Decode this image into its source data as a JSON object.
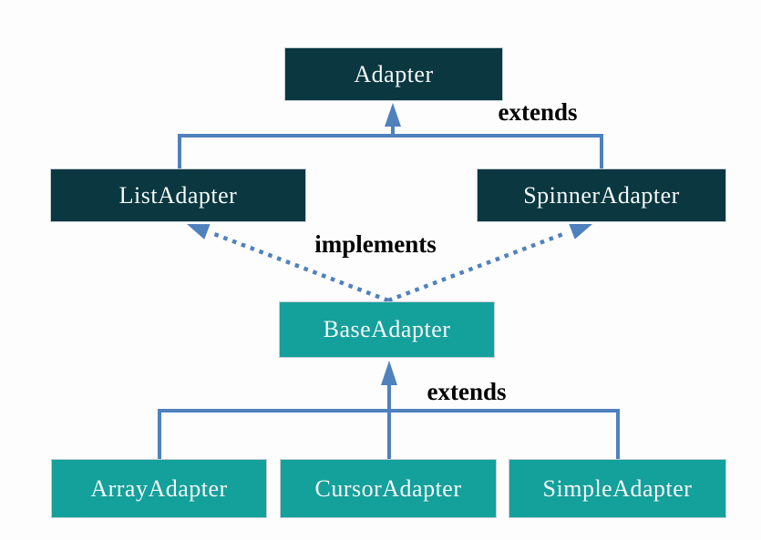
{
  "diagram": {
    "type": "class-hierarchy",
    "nodes": [
      {
        "id": "adapter",
        "label": "Adapter",
        "style": "dark"
      },
      {
        "id": "list-adapter",
        "label": "ListAdapter",
        "style": "dark"
      },
      {
        "id": "spinner-adapter",
        "label": "SpinnerAdapter",
        "style": "dark"
      },
      {
        "id": "base-adapter",
        "label": "BaseAdapter",
        "style": "teal"
      },
      {
        "id": "array-adapter",
        "label": "ArrayAdapter",
        "style": "teal"
      },
      {
        "id": "cursor-adapter",
        "label": "CursorAdapter",
        "style": "teal"
      },
      {
        "id": "simple-adapter",
        "label": "SimpleAdapter",
        "style": "teal"
      }
    ],
    "edges": [
      {
        "label": "extends",
        "line": "solid",
        "from": [
          "ListAdapter",
          "SpinnerAdapter"
        ],
        "to": "Adapter"
      },
      {
        "label": "implements",
        "line": "dotted",
        "from": "BaseAdapter",
        "to": [
          "ListAdapter",
          "SpinnerAdapter"
        ]
      },
      {
        "label": "extends",
        "line": "solid",
        "from": [
          "ArrayAdapter",
          "CursorAdapter",
          "SimpleAdapter"
        ],
        "to": "BaseAdapter"
      }
    ],
    "colors": {
      "node_dark": "#0a3740",
      "node_teal": "#14a09b",
      "connector": "#4f81bd",
      "edge_label_text": "#000000",
      "node_text": "#f5f8f8",
      "background": "#fdfdfe"
    }
  }
}
